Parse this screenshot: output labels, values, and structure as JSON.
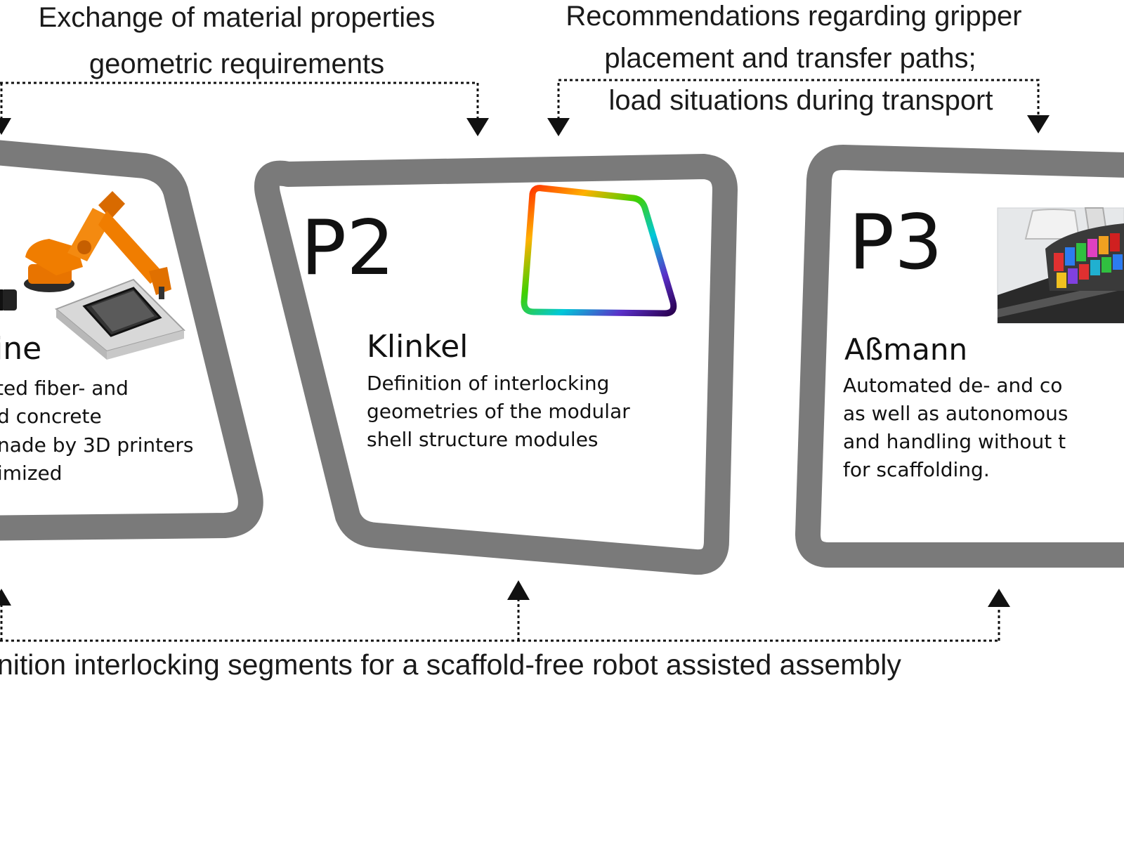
{
  "annotations": {
    "top_left": [
      "Exchange of material properties",
      "geometric requirements"
    ],
    "top_right": [
      "Recommendations regarding gripper",
      "placement and transfer paths;",
      "load situations during transport"
    ],
    "bottom": "nition interlocking segments for a scaffold-free robot assisted assembly"
  },
  "panels": [
    {
      "name": "ine",
      "description": [
        "ted fiber- and",
        "d concrete",
        "nade by 3D printers",
        "imized"
      ],
      "image": "robot-arm-3d-printer-illustration",
      "colors": {
        "robot": "#f07d00",
        "frame": "#7a7a7a"
      }
    },
    {
      "code": "P2",
      "name": "Klinkel",
      "description": [
        "Definition of interlocking",
        "geometries of the modular",
        "shell structure modules"
      ],
      "image": "rainbow-gradient-quadrilateral-outline"
    },
    {
      "code": "P3",
      "name": "Aßmann",
      "description": [
        "Automated de- and co",
        "as well as autonomous",
        "and handling without t",
        "for scaffolding."
      ],
      "image": "robotic-assembly-photo"
    }
  ],
  "colors": {
    "frame": "#7a7a7a",
    "arrow": "#111111"
  }
}
